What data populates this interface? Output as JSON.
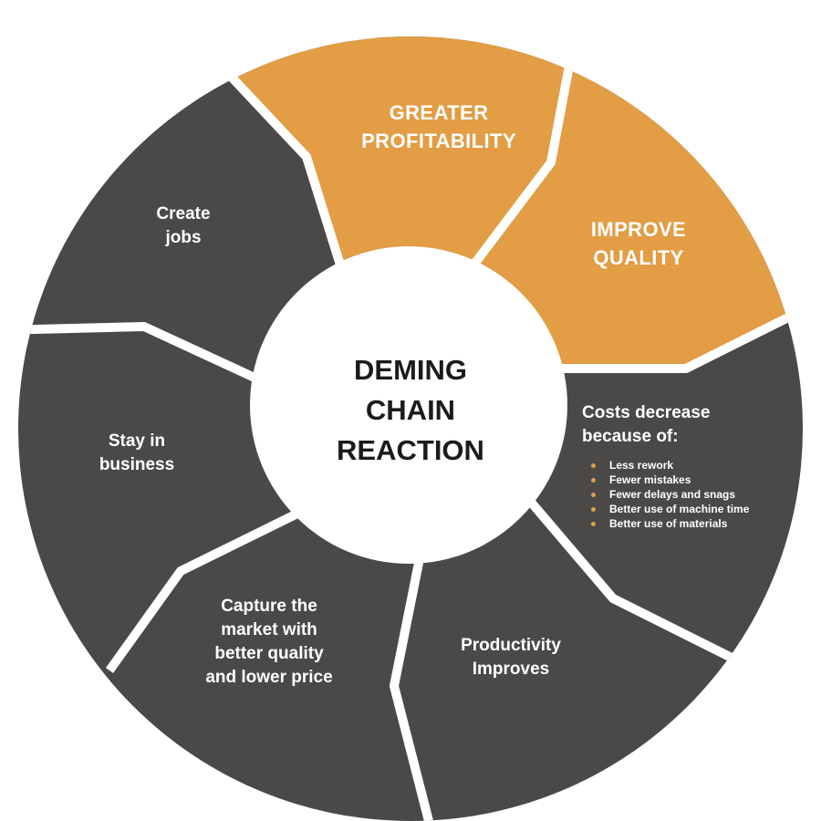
{
  "center": {
    "title_lines": [
      "DEMING",
      "CHAIN",
      "REACTION"
    ]
  },
  "segments": {
    "greater_profitability": {
      "lines": [
        "GREATER",
        "PROFITABILITY"
      ]
    },
    "improve_quality": {
      "lines": [
        "IMPROVE",
        "QUALITY"
      ]
    },
    "costs_decrease": {
      "lines": [
        "Costs decrease",
        "because of:"
      ],
      "reasons": [
        "Less rework",
        "Fewer mistakes",
        "Fewer delays and snags",
        "Better use of machine time",
        "Better use of materials"
      ]
    },
    "productivity": {
      "lines": [
        "Productivity",
        "Improves"
      ]
    },
    "capture_market": {
      "lines": [
        "Capture the",
        "market with",
        "better quality",
        "and lower price"
      ]
    },
    "stay_in_business": {
      "lines": [
        "Stay in",
        "business"
      ]
    },
    "create_jobs": {
      "lines": [
        "Create",
        "jobs"
      ]
    }
  },
  "colors": {
    "highlight": "#e29d45",
    "segment": "#4a4948",
    "divider": "#ffffff",
    "center_fill": "#ffffff",
    "center_text": "#1b1b1b",
    "bullet": "#e29d45"
  }
}
